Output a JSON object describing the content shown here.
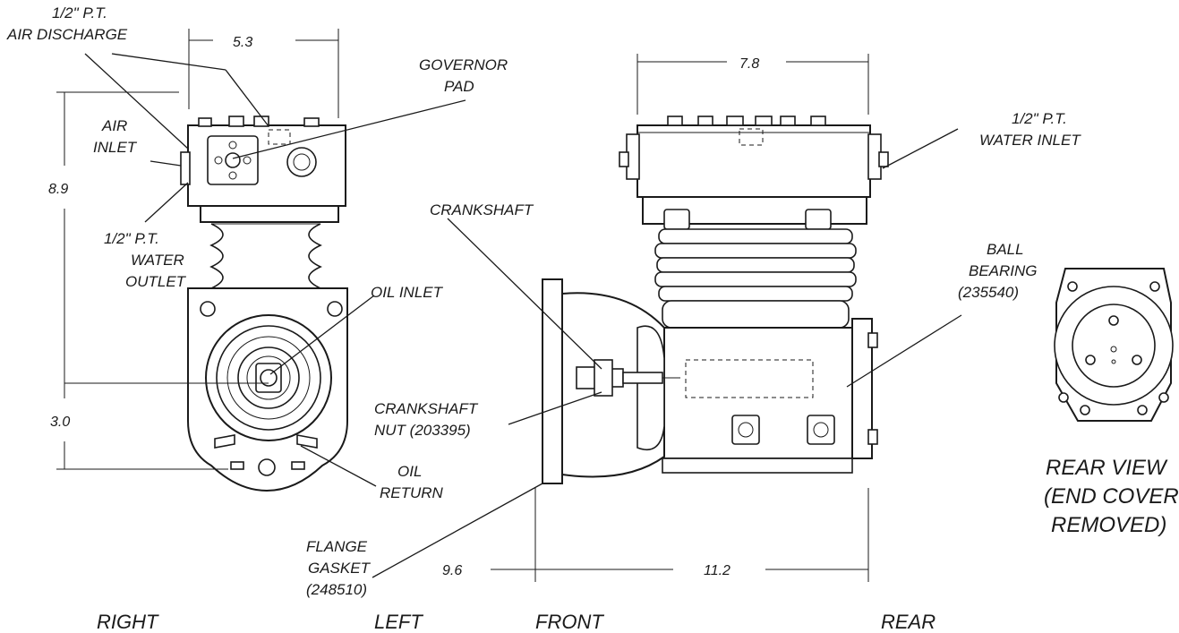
{
  "labels": {
    "air_discharge": [
      "1/2\" P.T.",
      "AIR DISCHARGE"
    ],
    "governor_pad": [
      "GOVERNOR",
      "PAD"
    ],
    "air_inlet": [
      "AIR",
      "INLET"
    ],
    "water_outlet": [
      "1/2\" P.T.",
      "WATER",
      "OUTLET"
    ],
    "oil_inlet": "OIL INLET",
    "oil_return": [
      "OIL",
      "RETURN"
    ],
    "crankshaft": "CRANKSHAFT",
    "crankshaft_nut": [
      "CRANKSHAFT",
      "NUT (203395)"
    ],
    "flange_gasket": [
      "FLANGE",
      "GASKET",
      "(248510)"
    ],
    "water_inlet": [
      "1/2\" P.T.",
      "WATER INLET"
    ],
    "ball_bearing": [
      "BALL",
      "BEARING",
      "(235540)"
    ],
    "rear_view": [
      "REAR VIEW",
      "(END COVER",
      "REMOVED)"
    ]
  },
  "dimensions": {
    "width_right": "5.3",
    "height_total": "8.9",
    "height_crank": "3.0",
    "width_head": "7.8",
    "length_front": "9.6",
    "length_total": "11.2"
  },
  "views": {
    "right": "RIGHT",
    "left": "LEFT",
    "front": "FRONT",
    "rear": "REAR"
  }
}
